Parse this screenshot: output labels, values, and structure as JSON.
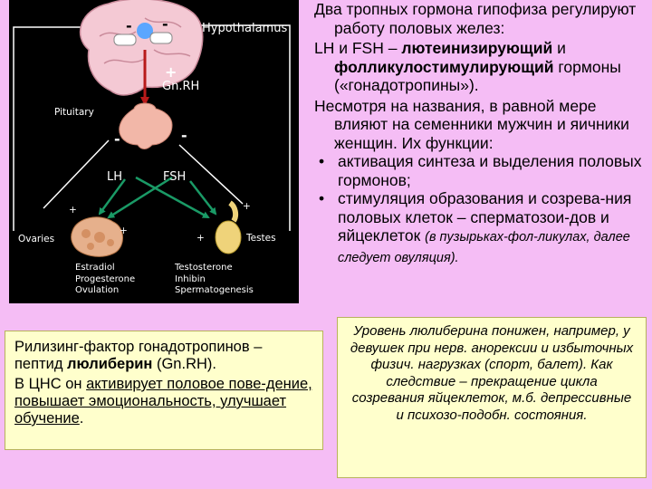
{
  "diagram": {
    "hypothalamus_label": "Hypothalamus",
    "gnrh_label": "Gn.RH",
    "pituitary_label": "Pituitary",
    "lh_label": "LH",
    "fsh_label": "FSH",
    "ovaries_label": "Ovaries",
    "testes_label": "Testes",
    "minus": "-",
    "plus": "+",
    "ovary_products": [
      "Estradiol",
      "Progesterone",
      "Ovulation"
    ],
    "testes_products": [
      "Testosterone",
      "Inhibin",
      "Spermatogenesis"
    ],
    "colors": {
      "background": "#000000",
      "brain": "#f4c9d4",
      "pituitary": "#f2b7a8",
      "ovary": "#e6b08c",
      "testis": "#efd37a",
      "lh_arrow": "#1a9a66",
      "gnrh_arrow": "#b81a1a",
      "feedback_line": "#ffffff"
    }
  },
  "right": {
    "p1": "Два тропных гормона гипофиза регулируют работу половых желез:",
    "p2_lead": "LH  и FSH – ",
    "p2_bold1": "лютеинизирующий",
    "p2_mid": " и ",
    "p2_bold2": "фолликулостимулирующий",
    "p2_tail": " гормоны («гонадотропины»).",
    "p3": "Несмотря на названия, в равной мере влияют на семенники мужчин и яичники женщин. Их функции:",
    "bullet_symbol": "•",
    "bullet1": "активация синтеза и выделения половых гормонов;",
    "bullet2_main": "стимуляция образования и созрева-ния половых клеток – сперматозои-дов и яйцеклеток ",
    "bullet2_italic": "(в пузырьках-фол-ликулах, далее следует овуляция)."
  },
  "box_left": {
    "line1": "Рилизинг-фактор гонадотропинов – пептид ",
    "line1_bold": "люлиберин",
    "line1_tail": " (Gn.RH).",
    "line2_a": "В ЦНС он ",
    "line2_u1": "активирует половое пове-дение, повышает эмоциональность, улучшает обучение",
    "line2_end": "."
  },
  "box_right": {
    "text": "Уровень люлиберина понижен, например, у девушек при нерв. анорексии и избыточных физич. нагрузках (спорт, балет). Как следствие – прекращение цикла созревания яйцеклеток, м.б. депрессивные и психозо-подобн. состояния."
  }
}
